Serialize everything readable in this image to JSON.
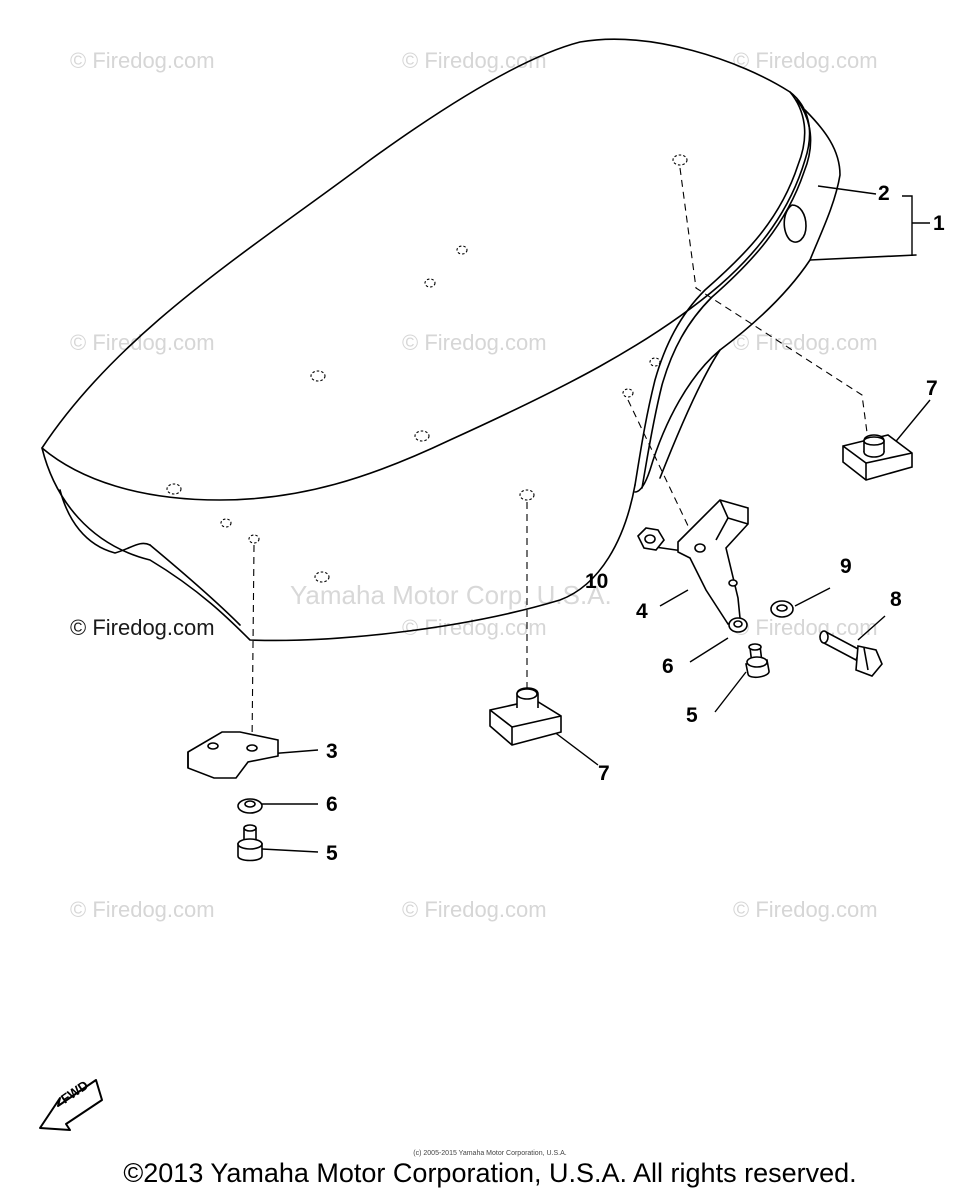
{
  "watermarks": {
    "firedog": "© Firedog.com",
    "center": "Yamaha Motor Corp, U.S.A."
  },
  "callouts": {
    "c1": "1",
    "c2": "2",
    "c3": "3",
    "c4": "4",
    "c5a": "5",
    "c5b": "5",
    "c6a": "6",
    "c6b": "6",
    "c7a": "7",
    "c7b": "7",
    "c8": "8",
    "c9": "9",
    "c10": "10"
  },
  "fwd_label": "FWD",
  "fine_print": "(c) 2005-2015 Yamaha Motor Corporation, U.S.A.",
  "copyright": "©2013 Yamaha Motor Corporation, U.S.A. All rights reserved."
}
